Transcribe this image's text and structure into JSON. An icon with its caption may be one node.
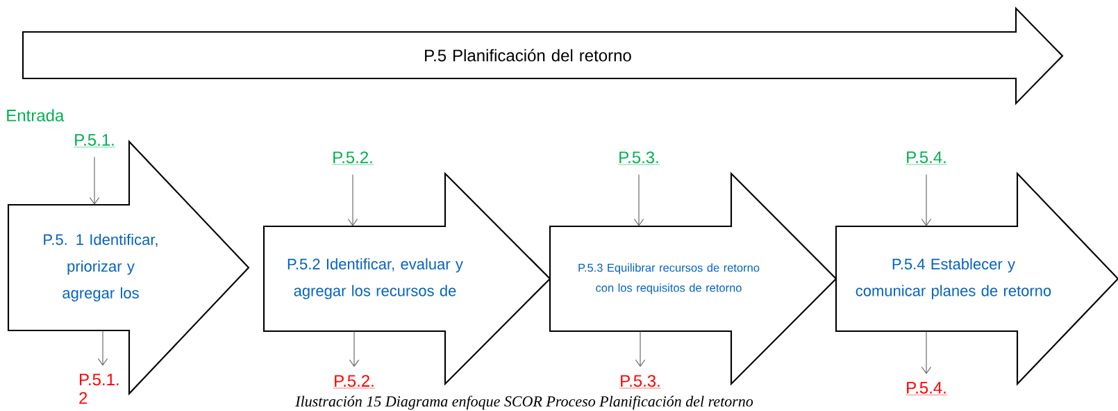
{
  "diagram": {
    "caption": "Ilustración 15 Diagrama enfoque SCOR Proceso Planificación del retorno",
    "nodes": [
      {
        "text": [
          "P.5 Planificación del retorno"
        ]
      },
      {
        "text": [
          "P.5.1."
        ]
      },
      {
        "text": [
          "P.5. 1 Identificar, priorizar y agregar los"
        ]
      },
      {
        "text": [
          "P.5.1. 2"
        ]
      },
      {
        "text": [
          "P.5.2."
        ]
      },
      {
        "text": [
          "P.5.2 Identificar, evaluar y agregar los recursos de"
        ]
      },
      {
        "text": [
          "P.5.2."
        ]
      },
      {
        "text": [
          "P.5.3."
        ]
      },
      {
        "text": [
          "P.5.3 Equilibrar recursos de retorno con los requisitos de retorno"
        ]
      },
      {
        "text": [
          "P.5.3."
        ]
      },
      {
        "text": [
          "P.5.4."
        ]
      },
      {
        "text": [
          "P.5.4 Establecer y comunicar planes de retorno"
        ]
      },
      {
        "text": [
          "P.5.4."
        ]
      }
    ],
    "edges": [
      {
        "from": 1,
        "to": 2,
        "arrow": "to"
      },
      {
        "from": 2,
        "to": 3,
        "arrow": "to"
      },
      {
        "from": 4,
        "to": 5,
        "arrow": "to"
      },
      {
        "from": 5,
        "to": 6,
        "arrow": "to"
      },
      {
        "from": 7,
        "to": 8,
        "arrow": "to"
      },
      {
        "from": 8,
        "to": 9,
        "arrow": "to"
      },
      {
        "from": 10,
        "to": 11,
        "arrow": "to"
      },
      {
        "from": 11,
        "to": 12,
        "arrow": "to"
      }
    ],
    "labels": [
      "Entrada"
    ]
  }
}
